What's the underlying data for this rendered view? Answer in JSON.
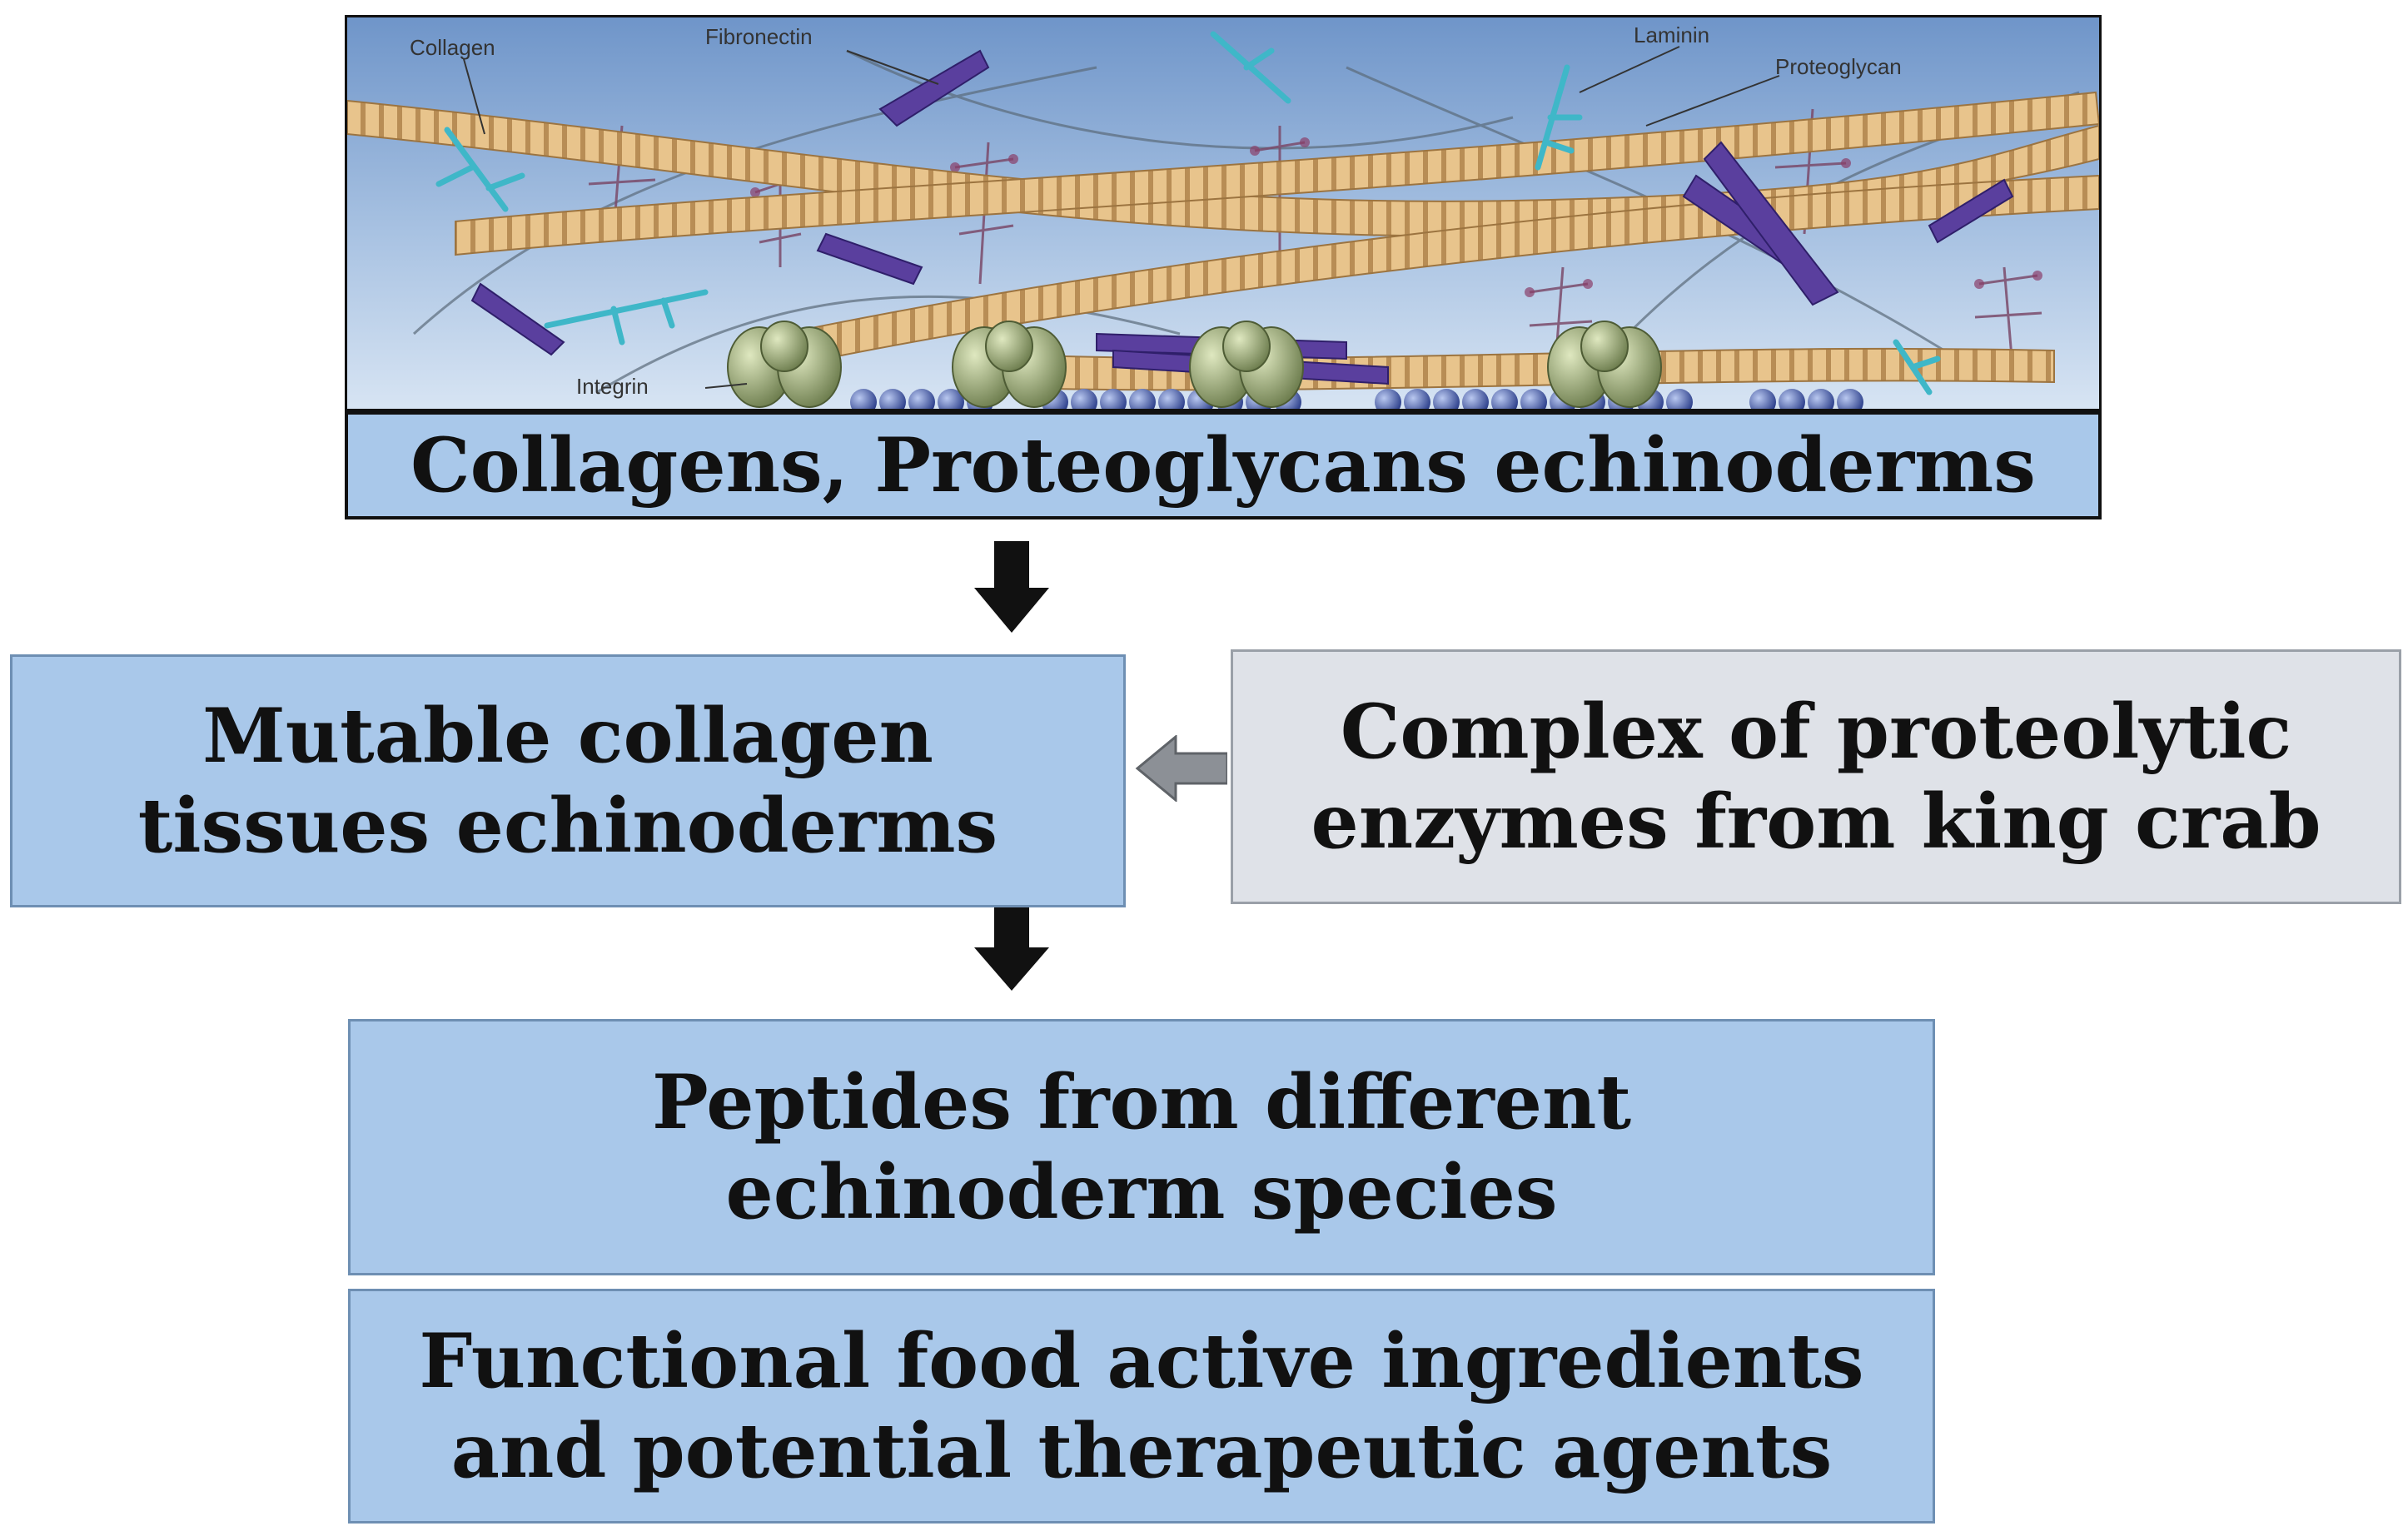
{
  "illustration": {
    "labels": {
      "collagen": "Collagen",
      "fibronectin": "Fibronectin",
      "laminin": "Laminin",
      "proteoglycan": "Proteoglycan",
      "integrin": "Integrin"
    },
    "colors": {
      "background_top": "#6f95c9",
      "background_bottom": "#d7e4f3",
      "collagen_fiber": "#e8c48c",
      "fibronectin": "#5a3f9e",
      "laminin": "#3fb7c8",
      "proteoglycan": "#7a4a6a",
      "integrin": "#9aaa7a",
      "membrane": "#3f58a8"
    }
  },
  "boxes": {
    "top": {
      "line1": "Collagens, Proteoglycans echinoderms"
    },
    "mutable": {
      "line1": "Mutable collagen",
      "line2": "tissues echinoderms"
    },
    "enzymes": {
      "line1": "Complex of proteolytic",
      "line2": "enzymes from king crab"
    },
    "peptides": {
      "line1": "Peptides from different",
      "line2": "echinoderm species"
    },
    "functional": {
      "line1": "Functional food active ingredients",
      "line2": "and potential therapeutic agents"
    }
  },
  "colors": {
    "box_blue": "#a9c8ea",
    "box_grey": "#dfe2e8",
    "arrow_black": "#111111",
    "arrow_grey": "#8c9096"
  }
}
